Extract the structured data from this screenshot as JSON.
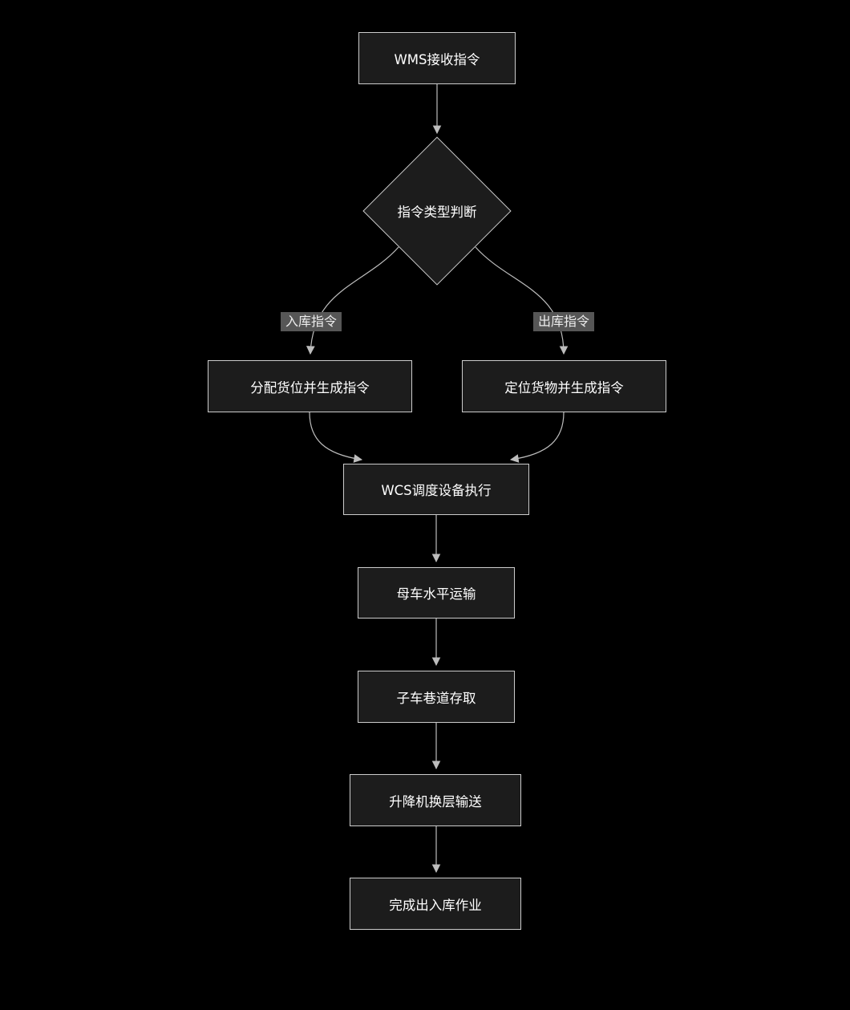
{
  "diagram": {
    "type": "flowchart",
    "direction": "top-down",
    "nodes": [
      {
        "id": "wms",
        "shape": "rect",
        "label": "WMS接收指令"
      },
      {
        "id": "judge",
        "shape": "diamond",
        "label": "指令类型判断"
      },
      {
        "id": "inbound",
        "shape": "rect",
        "label": "分配货位并生成指令"
      },
      {
        "id": "outbound",
        "shape": "rect",
        "label": "定位货物并生成指令"
      },
      {
        "id": "wcs",
        "shape": "rect",
        "label": "WCS调度设备执行"
      },
      {
        "id": "mother",
        "shape": "rect",
        "label": "母车水平运输"
      },
      {
        "id": "child",
        "shape": "rect",
        "label": "子车巷道存取"
      },
      {
        "id": "lift",
        "shape": "rect",
        "label": "升降机换层输送"
      },
      {
        "id": "done",
        "shape": "rect",
        "label": "完成出入库作业"
      }
    ],
    "edges": [
      {
        "from": "wms",
        "to": "judge",
        "label": ""
      },
      {
        "from": "judge",
        "to": "inbound",
        "label": "入库指令"
      },
      {
        "from": "judge",
        "to": "outbound",
        "label": "出库指令"
      },
      {
        "from": "inbound",
        "to": "wcs",
        "label": ""
      },
      {
        "from": "outbound",
        "to": "wcs",
        "label": ""
      },
      {
        "from": "wcs",
        "to": "mother",
        "label": ""
      },
      {
        "from": "mother",
        "to": "child",
        "label": ""
      },
      {
        "from": "child",
        "to": "lift",
        "label": ""
      },
      {
        "from": "lift",
        "to": "done",
        "label": ""
      }
    ]
  },
  "colors": {
    "bg": "#000000",
    "node_fill": "#1c1c1c",
    "node_border": "#cccccc",
    "node_text": "#ffffff",
    "edge": "#bdbdbd",
    "edge_label_bg": "#565656",
    "edge_label_text": "#ececec"
  }
}
